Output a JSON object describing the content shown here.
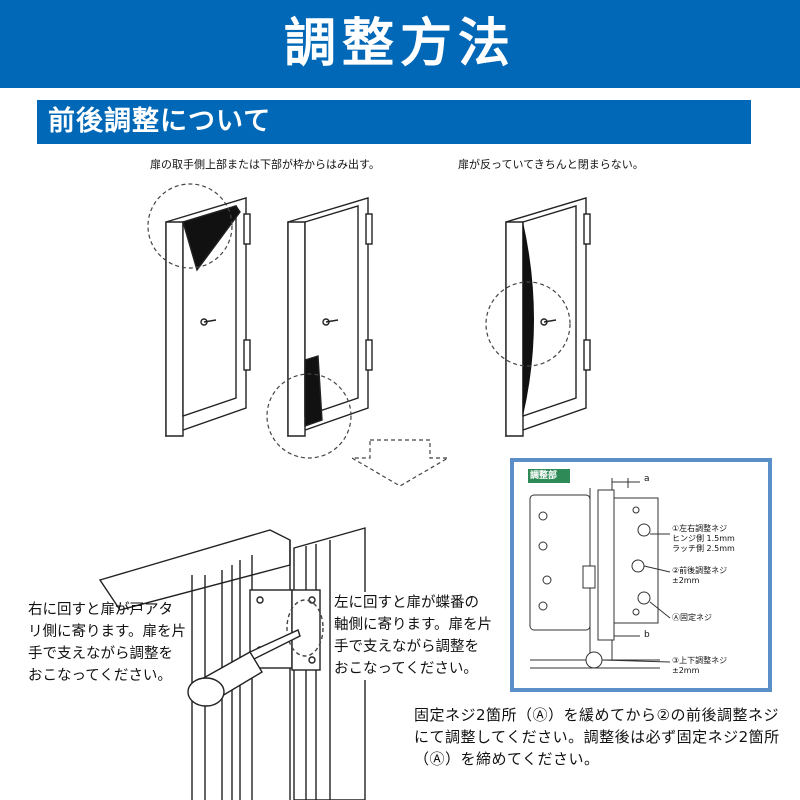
{
  "header": {
    "title": "調整方法"
  },
  "section": {
    "title": "前後調整について"
  },
  "captions": {
    "left": "扉の取手側上部または下部が枠からはみ出す。",
    "right": "扉が反っていてきちんと閉まらない。"
  },
  "notes": {
    "right_turn": [
      "右に回すと扉が戸アタ",
      "リ側に寄ります。扉を片",
      "手で支えながら調整を",
      "おこなってください。"
    ],
    "left_turn": [
      "左に回すと扉が蝶番の",
      "軸側に寄ります。扉を片",
      "手で支えながら調整を",
      "おこなってください。"
    ]
  },
  "bottom_note": "固定ネジ2箇所（Ⓐ）を緩めてから②の前後調整ネジにて調整してください。調整後は必ず固定ネジ2箇所（Ⓐ）を締めてください。",
  "inset": {
    "tag": "調整部",
    "dim_a": "a",
    "dim_b": "b",
    "label1": [
      "①左右調整ネジ",
      "ヒンジ側 1.5mm",
      "ラッチ側 2.5mm"
    ],
    "label2": [
      "②前後調整ネジ",
      "±2mm"
    ],
    "labelA": "Ⓐ固定ネジ",
    "label3": [
      "③上下調整ネジ",
      "±2mm"
    ]
  },
  "colors": {
    "brand": "#0068b7",
    "inset_border": "#5b8fc7",
    "tag_green": "#2e8b57"
  }
}
